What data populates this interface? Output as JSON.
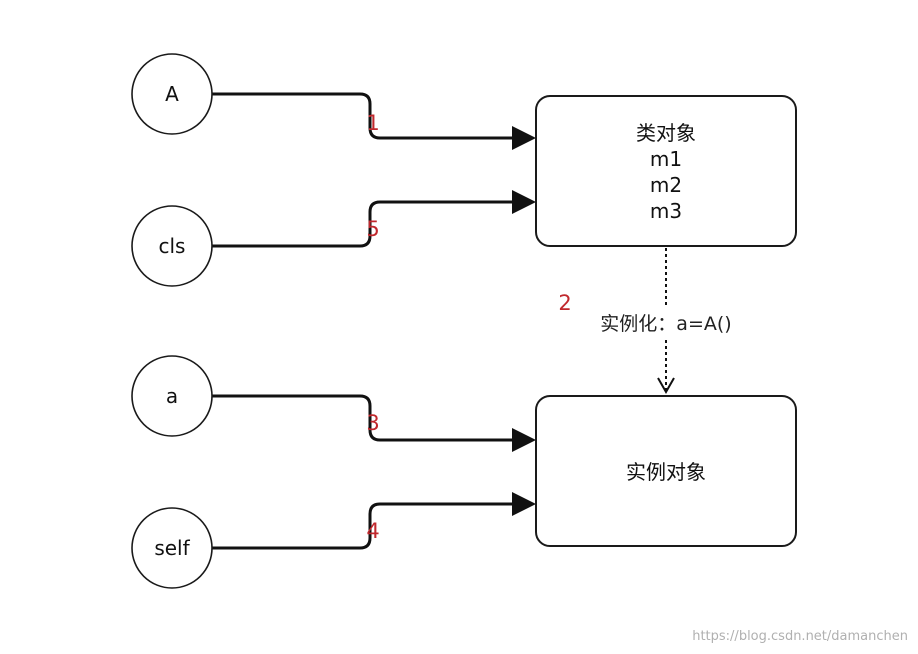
{
  "nodes": {
    "class_ref": "A",
    "cls_ref": "cls",
    "instance_ref": "a",
    "self_ref": "self"
  },
  "class_object": {
    "title": "类对象",
    "methods": [
      "m1",
      "m2",
      "m3"
    ]
  },
  "instance_object": {
    "title": "实例对象"
  },
  "steps": {
    "s1": "1",
    "s2": "2",
    "s3": "3",
    "s4": "4",
    "s5": "5"
  },
  "instantiation_label": "实例化：a=A()",
  "watermark": "https://blog.csdn.net/damanchen",
  "colors": {
    "step": "#c0282d",
    "stroke": "#111111",
    "watermark": "#b0b0b0"
  }
}
